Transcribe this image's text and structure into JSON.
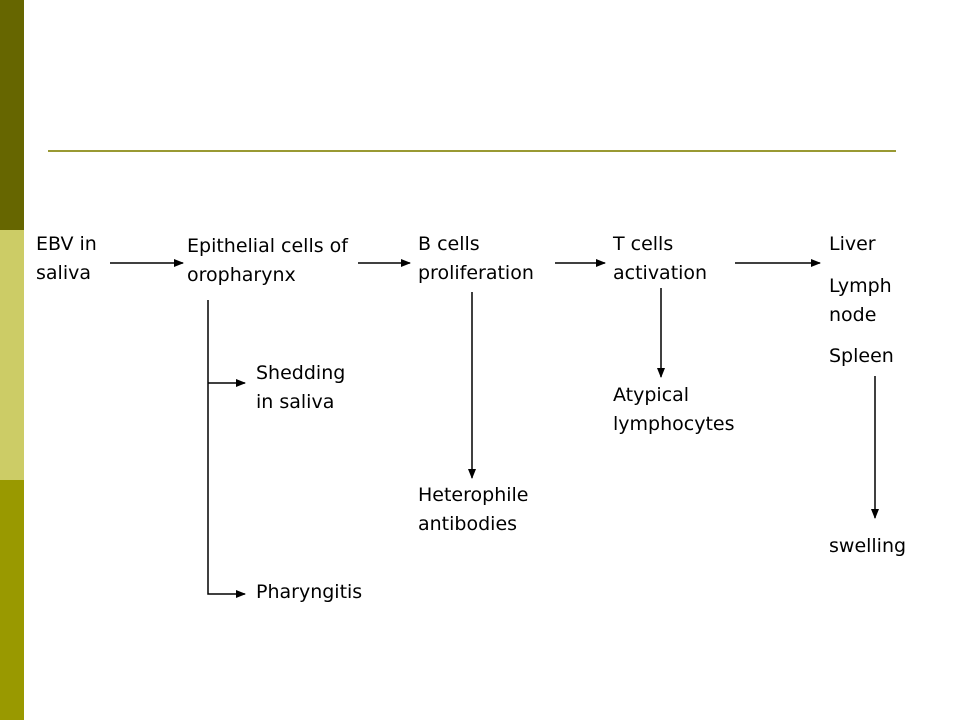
{
  "theme": {
    "band_top": "#666600",
    "band_mid": "#cccc66",
    "band_bottom": "#999900",
    "rule": "#999933",
    "arrow": "#000000"
  },
  "diagram": {
    "ebv": {
      "line1": "EBV in",
      "line2": "saliva"
    },
    "epithelial": {
      "line1": "Epithelial cells of",
      "line2": "oropharynx"
    },
    "bcells": {
      "line1": "B cells",
      "line2": "proliferation"
    },
    "tcells": {
      "line1": "T cells",
      "line2": "activation"
    },
    "organs": {
      "liver": "Liver",
      "lymph1": "Lymph",
      "lymph2": "node",
      "spleen": "Spleen"
    },
    "shedding": {
      "line1": "Shedding",
      "line2": "in saliva"
    },
    "pharyngitis": {
      "line1": "Pharyngitis"
    },
    "heterophile": {
      "line1": "Heterophile",
      "line2": "antibodies"
    },
    "atypical": {
      "line1": "Atypical",
      "line2": "lymphocytes"
    },
    "swelling": {
      "line1": "swelling"
    }
  }
}
